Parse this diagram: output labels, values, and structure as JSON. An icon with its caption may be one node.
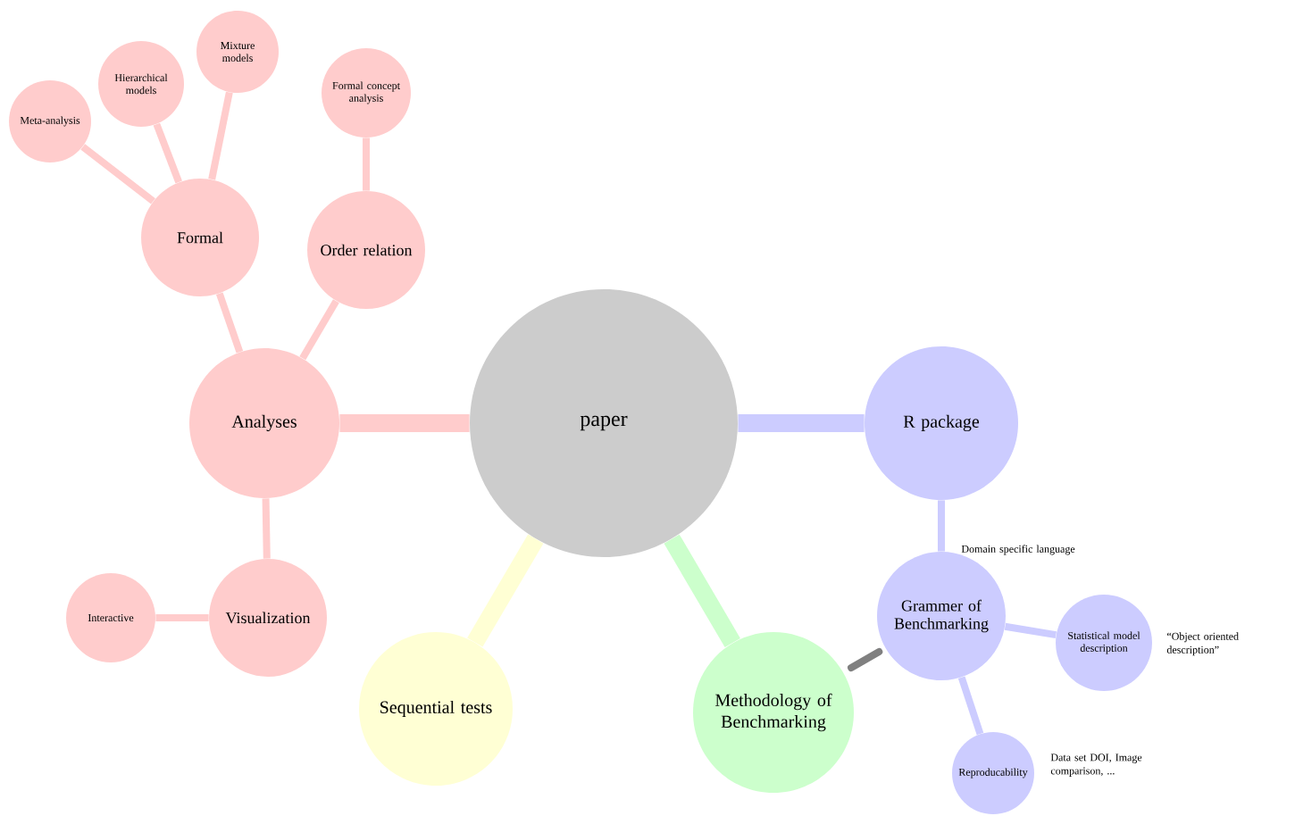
{
  "diagram": {
    "nodes": [
      {
        "text": [
          "paper"
        ]
      },
      {
        "text": [
          "Analyses"
        ]
      },
      {
        "text": [
          "Formal"
        ]
      },
      {
        "text": [
          "Meta-analysis"
        ]
      },
      {
        "text": [
          "Hierarchical models"
        ]
      },
      {
        "text": [
          "Mixture models"
        ]
      },
      {
        "text": [
          "Order relation"
        ]
      },
      {
        "text": [
          "Formal concept analysis"
        ]
      },
      {
        "text": [
          "Visualization"
        ]
      },
      {
        "text": [
          "Interactive"
        ]
      },
      {
        "text": [
          "Sequential tests"
        ]
      },
      {
        "text": [
          "Methodology of Benchmarking"
        ]
      },
      {
        "text": [
          "R package"
        ]
      },
      {
        "text": [
          "Grammer of Benchmarking"
        ],
        "beside": [
          "Domain specific language"
        ]
      },
      {
        "text": [
          "Statistical model description"
        ],
        "beside": [
          "“Object oriented description”"
        ]
      },
      {
        "text": [
          "Reproducability"
        ],
        "beside": [
          "Data set DOI, Image comparison, ..."
        ]
      }
    ],
    "edges": [
      {
        "from": 0,
        "to": 1,
        "arrow": "none",
        "style": "thick"
      },
      {
        "from": 1,
        "to": 2,
        "arrow": "none"
      },
      {
        "from": 2,
        "to": 3,
        "arrow": "none"
      },
      {
        "from": 2,
        "to": 4,
        "arrow": "none"
      },
      {
        "from": 2,
        "to": 5,
        "arrow": "none"
      },
      {
        "from": 1,
        "to": 6,
        "arrow": "none"
      },
      {
        "from": 6,
        "to": 7,
        "arrow": "none"
      },
      {
        "from": 1,
        "to": 8,
        "arrow": "none"
      },
      {
        "from": 8,
        "to": 9,
        "arrow": "none"
      },
      {
        "from": 0,
        "to": 10,
        "arrow": "none",
        "style": "thick"
      },
      {
        "from": 0,
        "to": 11,
        "arrow": "none",
        "style": "thick"
      },
      {
        "from": 0,
        "to": 12,
        "arrow": "none",
        "style": "thick"
      },
      {
        "from": 12,
        "to": 13,
        "arrow": "none"
      },
      {
        "from": 13,
        "to": 14,
        "arrow": "none"
      },
      {
        "from": 13,
        "to": 15,
        "arrow": "none"
      },
      {
        "from": 11,
        "to": 13,
        "arrow": "none",
        "color": "#808080"
      }
    ]
  }
}
